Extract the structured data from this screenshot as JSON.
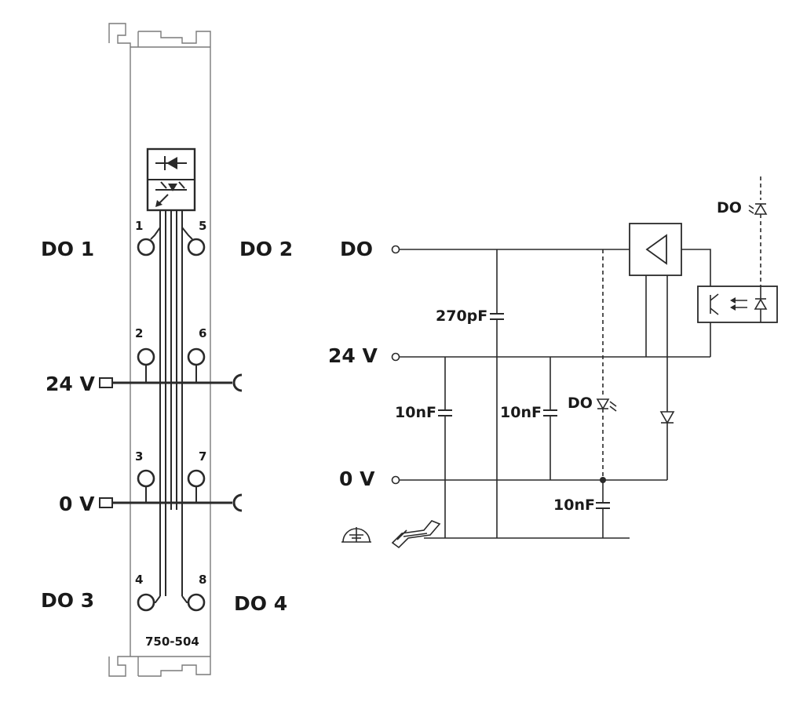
{
  "module": {
    "part_number": "750-504",
    "labels": {
      "do1": "DO 1",
      "do2": "DO 2",
      "do3": "DO 3",
      "do4": "DO 4",
      "v24": "24 V",
      "v0": "0 V"
    },
    "terminals": [
      "1",
      "2",
      "3",
      "4",
      "5",
      "6",
      "7",
      "8"
    ]
  },
  "schematic": {
    "rails": {
      "do": "DO",
      "v24": "24 V",
      "v0": "0 V"
    },
    "components": {
      "c_do": "270pF",
      "c_24_left": "10nF",
      "c_24_mid": "10nF",
      "c_0_ground": "10nF"
    },
    "led_labels": {
      "status_led": "DO",
      "opto_led": "DO"
    }
  }
}
